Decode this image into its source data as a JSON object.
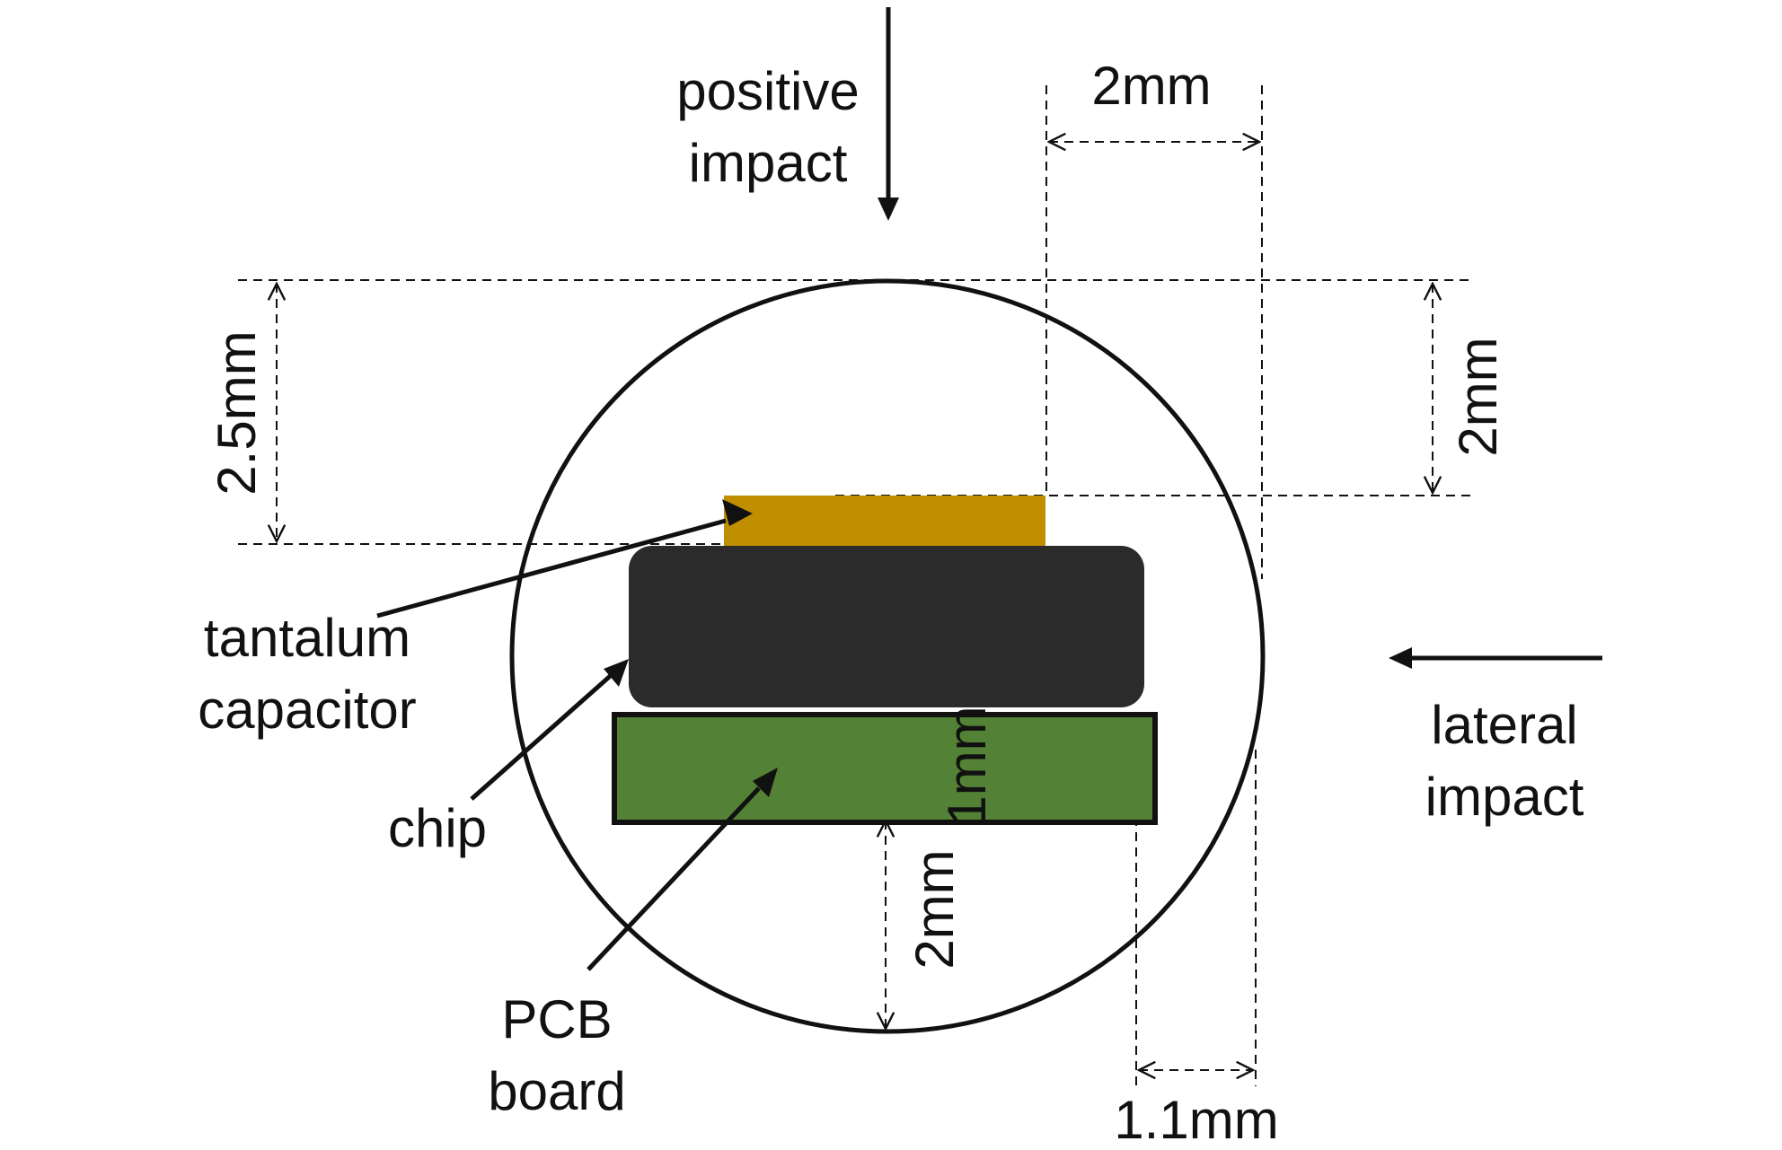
{
  "diagram": {
    "impacts": {
      "positive_line1": "positive",
      "positive_line2": "impact",
      "lateral_line1": "lateral",
      "lateral_line2": "impact"
    },
    "components": {
      "capacitor_line1": "tantalum",
      "capacitor_line2": "capacitor",
      "chip": "chip",
      "pcb_line1": "PCB",
      "pcb_line2": "board"
    },
    "dimensions": {
      "top_width": "2mm",
      "left_height": "2.5mm",
      "right_height": "2mm",
      "pcb_thickness": "1mm",
      "bottom_gap": "2mm",
      "right_gap": "1.1mm"
    },
    "colors": {
      "capacitor": "#C08F00",
      "chip": "#2B2B2B",
      "pcb": "#538135",
      "outline": "#111111"
    }
  }
}
